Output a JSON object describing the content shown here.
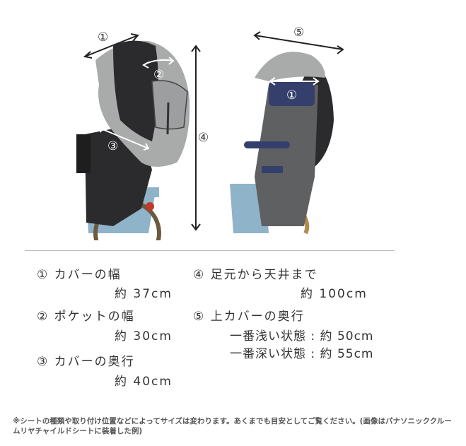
{
  "images": {
    "left": {
      "alt": "Side view of rear child seat rain cover (gray/black) on bicycle",
      "markers": [
        "①",
        "②",
        "③",
        "④"
      ]
    },
    "right": {
      "alt": "Rear view of child seat with top canopy on bicycle",
      "markers": [
        "⑤",
        "①"
      ]
    }
  },
  "specs": [
    {
      "num": "①",
      "label": "カバーの幅",
      "value": "約 37cm"
    },
    {
      "num": "②",
      "label": "ポケットの幅",
      "value": "約 30cm"
    },
    {
      "num": "③",
      "label": "カバーの奥行",
      "value": "約 40cm"
    },
    {
      "num": "④",
      "label": "足元から天井まで",
      "value": "約 100cm"
    },
    {
      "num": "⑤",
      "label": "上カバーの奥行",
      "values": [
        "一番浅い状態 : 約 50cm",
        "一番深い状態 : 約 55cm"
      ]
    }
  ],
  "note": "※シートの種類や取り付け位置などによってサイズは変わります。あくまでも目安としてご覧ください。(画像はパナソニッククルームリヤチャイルドシートに装着した例)",
  "colors": {
    "text": "#333333",
    "divider": "#bdbdbd",
    "cover_gray": "#a9abab",
    "cover_dark": "#2b2b2d",
    "frame_blue": "#8fb3c9",
    "seat_navy": "#34406b"
  }
}
